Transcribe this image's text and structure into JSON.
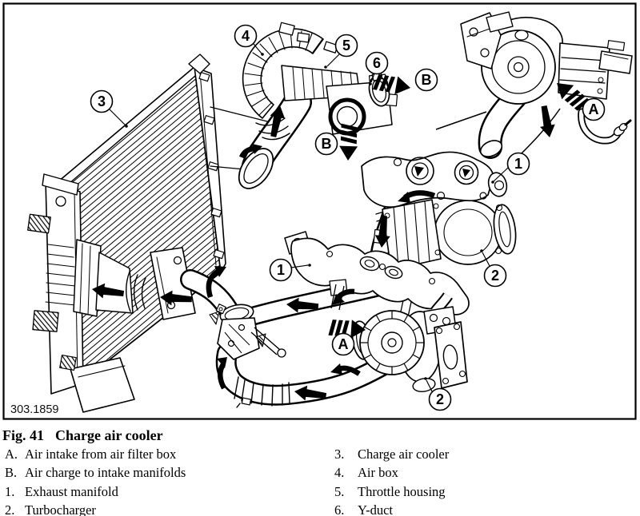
{
  "figure": {
    "ref_code": "303.1859",
    "caption_label": "Fig. 41",
    "caption_title": "Charge air cooler"
  },
  "legend": {
    "left": [
      {
        "key": "A.",
        "label": "Air intake from air filter box"
      },
      {
        "key": "B.",
        "label": "Air charge to intake manifolds"
      },
      {
        "key": "1.",
        "label": "Exhaust manifold"
      },
      {
        "key": "2.",
        "label": "Turbocharger"
      }
    ],
    "right": [
      {
        "key": "3.",
        "label": "Charge air cooler"
      },
      {
        "key": "4.",
        "label": "Air box"
      },
      {
        "key": "5.",
        "label": "Throttle housing"
      },
      {
        "key": "6.",
        "label": "Y-duct"
      }
    ]
  },
  "callouts": {
    "charge_air_cooler": "3",
    "air_box": "4",
    "throttle_housing": "5",
    "y_duct": "6",
    "exhaust_manifold_upper": "1",
    "turbocharger_upper": "2",
    "exhaust_manifold_lower": "1",
    "turbocharger_lower": "2",
    "air_intake_top": "A",
    "air_intake_lower": "A",
    "air_charge_right": "B",
    "air_charge_down": "B"
  },
  "colors": {
    "line": "#000000",
    "background": "#ffffff"
  }
}
